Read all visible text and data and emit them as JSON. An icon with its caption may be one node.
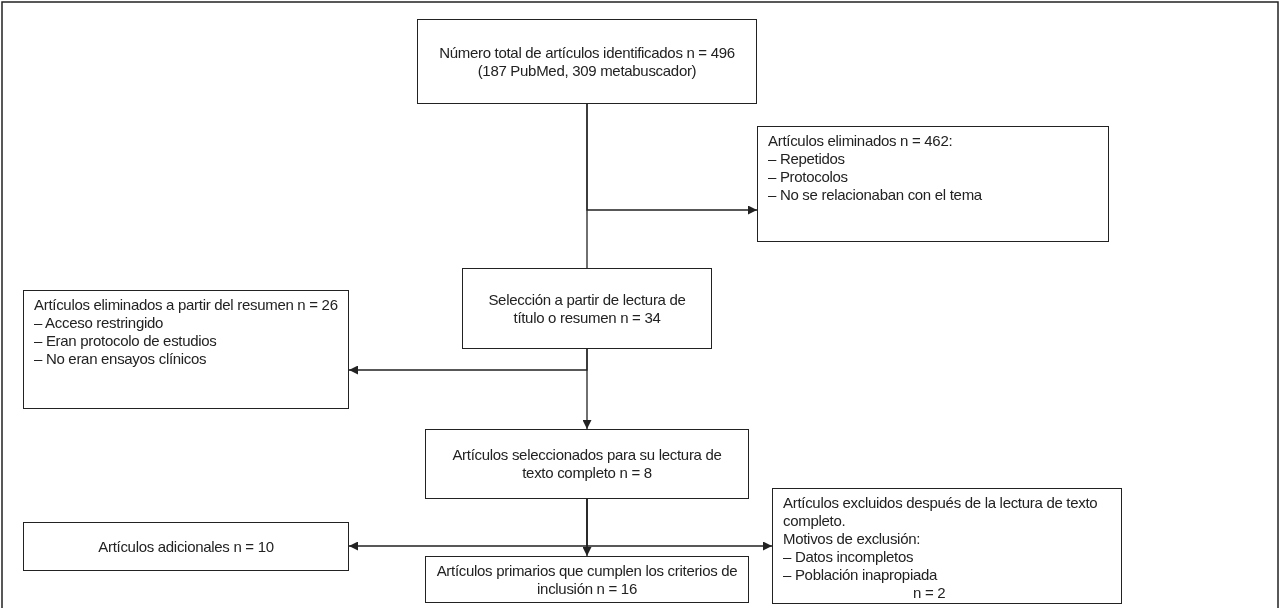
{
  "diagram": {
    "nodes": [
      {
        "text": [
          "Número total de artículos identificados n = 496 (187 PubMed, 309 metabuscador)"
        ]
      },
      {
        "text": [
          "Artículos eliminados n = 462:",
          "– Repetidos",
          "– Protocolos",
          "– No se relacionaban con el tema"
        ]
      },
      {
        "text": [
          "Selección a partir de lectura de título o resumen n = 34"
        ]
      },
      {
        "text": [
          "Artículos eliminados a partir del resumen n = 26",
          "– Acceso restringido",
          "– Eran protocolo de estudios",
          "– No eran ensayos clínicos"
        ]
      },
      {
        "text": [
          "Artículos seleccionados para su lectura de texto completo n = 8"
        ]
      },
      {
        "text": [
          "Artículos adicionales n = 10"
        ]
      },
      {
        "text": [
          "Artículos primarios que cumplen los criterios de inclusión n = 16"
        ]
      },
      {
        "text": [
          "Artículos excluidos después de la lectura de texto completo.",
          "Motivos de exclusión:",
          "– Datos incompletos",
          "– Población inapropiada",
          "n = 2"
        ]
      }
    ],
    "edges": [
      {
        "from": 0,
        "to": 1,
        "arrow": "to"
      },
      {
        "from": 0,
        "to": 2,
        "arrow": "none"
      },
      {
        "from": 2,
        "to": 3,
        "arrow": "to"
      },
      {
        "from": 2,
        "to": 4,
        "arrow": "to"
      },
      {
        "from": 4,
        "to": 5,
        "arrow": "to"
      },
      {
        "from": 4,
        "to": 6,
        "arrow": "to"
      },
      {
        "from": 4,
        "to": 7,
        "arrow": "to"
      }
    ]
  }
}
